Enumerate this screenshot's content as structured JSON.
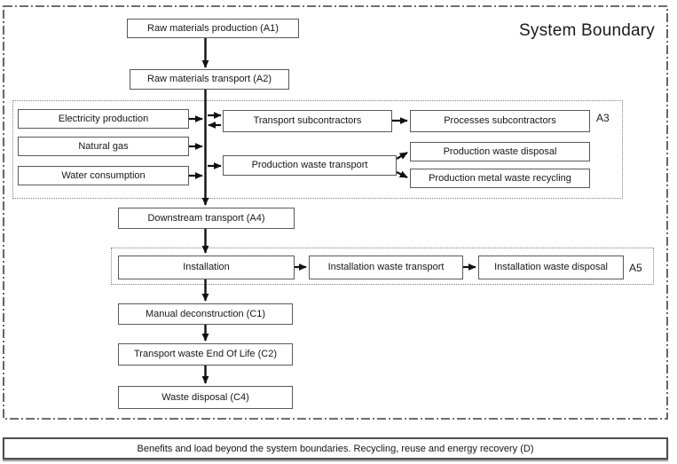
{
  "title": "System Boundary",
  "groups": {
    "a3": {
      "label": "A3"
    },
    "a5": {
      "label": "A5"
    }
  },
  "nodes": {
    "a1": {
      "label": "Raw materials production (A1)"
    },
    "a2": {
      "label": "Raw materials transport (A2)"
    },
    "electricity": {
      "label": "Electricity production"
    },
    "natural_gas": {
      "label": "Natural gas"
    },
    "water": {
      "label": "Water consumption"
    },
    "transport_subcontractors": {
      "label": "Transport subcontractors"
    },
    "processes_subcontractors": {
      "label": "Processes subcontractors"
    },
    "production_waste_transport": {
      "label": "Production waste transport"
    },
    "production_waste_disposal": {
      "label": "Production waste disposal"
    },
    "production_metal_waste_recycling": {
      "label": "Production metal waste recycling"
    },
    "a4": {
      "label": "Downstream transport (A4)"
    },
    "installation": {
      "label": "Installation"
    },
    "installation_waste_transport": {
      "label": "Installation waste transport"
    },
    "installation_waste_disposal": {
      "label": "Installation waste disposal"
    },
    "c1": {
      "label": "Manual deconstruction (C1)"
    },
    "c2": {
      "label": "Transport waste End Of Life (C2)"
    },
    "c4": {
      "label": "Waste disposal (C4)"
    }
  },
  "footer": {
    "label": "Benefits and load beyond the system boundaries. Recycling, reuse and energy recovery (D)"
  },
  "colors": {
    "box_border": "#595959",
    "group_border": "#7d7d7d",
    "boundary_border": "#3f3f3f",
    "arrow": "#111111"
  },
  "edges": [
    {
      "from": "a1",
      "to": "a2"
    },
    {
      "from": "a2",
      "to": "a4"
    },
    {
      "from": "electricity",
      "to": "main-flow"
    },
    {
      "from": "natural_gas",
      "to": "main-flow"
    },
    {
      "from": "water",
      "to": "main-flow"
    },
    {
      "from": "main-flow",
      "to": "transport_subcontractors"
    },
    {
      "from": "transport_subcontractors",
      "to": "main-flow"
    },
    {
      "from": "main-flow",
      "to": "production_waste_transport"
    },
    {
      "from": "transport_subcontractors",
      "to": "processes_subcontractors"
    },
    {
      "from": "production_waste_transport",
      "to": "production_waste_disposal"
    },
    {
      "from": "production_waste_transport",
      "to": "production_metal_waste_recycling"
    },
    {
      "from": "a4",
      "to": "installation"
    },
    {
      "from": "installation",
      "to": "installation_waste_transport"
    },
    {
      "from": "installation_waste_transport",
      "to": "installation_waste_disposal"
    },
    {
      "from": "installation",
      "to": "c1"
    },
    {
      "from": "c1",
      "to": "c2"
    },
    {
      "from": "c2",
      "to": "c4"
    }
  ]
}
